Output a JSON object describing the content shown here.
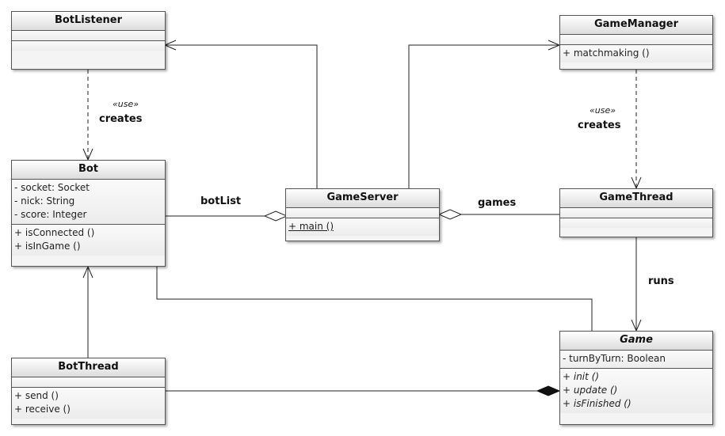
{
  "classes": {
    "botlistener": {
      "name": "BotListener",
      "attributes": [],
      "operations": []
    },
    "gamemanager": {
      "name": "GameManager",
      "attributes": [],
      "operations": [
        "+ matchmaking ()"
      ]
    },
    "bot": {
      "name": "Bot",
      "attributes": [
        "- socket: Socket",
        "- nick: String",
        "- score: Integer"
      ],
      "operations": [
        "+ isConnected ()",
        "+ isInGame ()"
      ]
    },
    "gameserver": {
      "name": "GameServer",
      "attributes": [],
      "operations": [
        "+ main ()"
      ]
    },
    "gamethread": {
      "name": "GameThread",
      "attributes": [],
      "operations": []
    },
    "game": {
      "name": "Game",
      "attributes": [
        "- turnByTurn: Boolean"
      ],
      "operations": [
        "+ init ()",
        "+ update ()",
        "+ isFinished ()"
      ]
    },
    "botthread": {
      "name": "BotThread",
      "attributes": [],
      "operations": [
        "+ send ()",
        "+ receive ()"
      ]
    }
  },
  "relations": {
    "bot_list": "botList",
    "games": "games",
    "runs": "runs",
    "use_left": {
      "stereotype": "«use»",
      "label": "creates"
    },
    "use_right": {
      "stereotype": "«use»",
      "label": "creates"
    }
  }
}
